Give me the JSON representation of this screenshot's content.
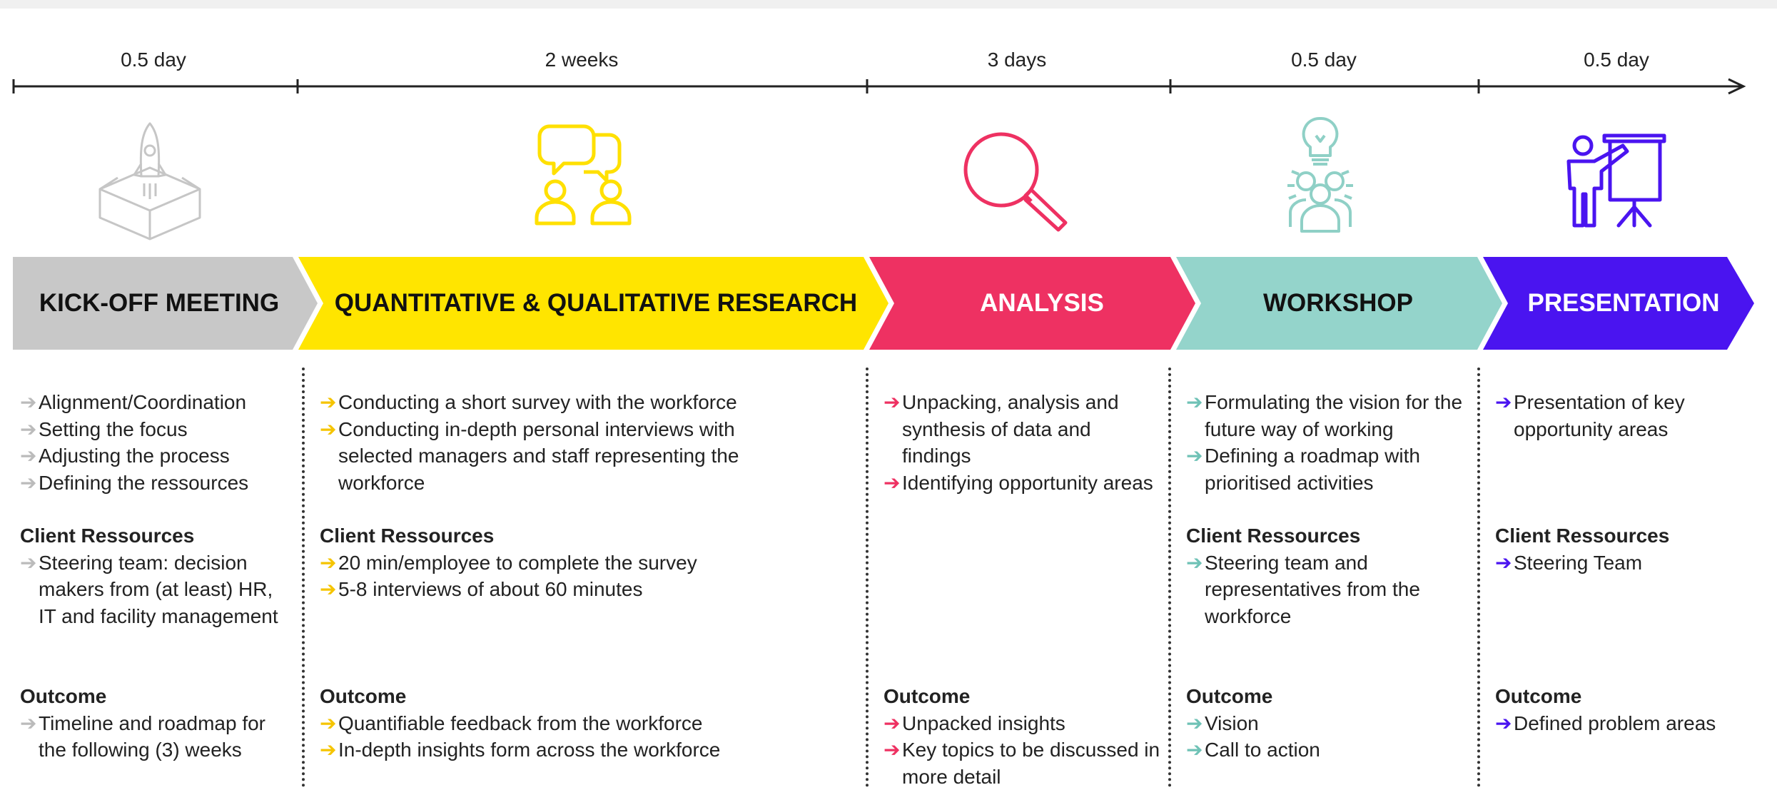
{
  "timeline": {
    "durations": [
      "0.5 day",
      "2 weeks",
      "3 days",
      "0.5 day",
      "0.5 day"
    ]
  },
  "phases": [
    {
      "title": "KICK-OFF MEETING",
      "color": "#c8c8c8",
      "text_color": "#111111",
      "arrow_color": "#bbbbbb",
      "icon": "rocket-box-icon",
      "activities": [
        "Alignment/Coordination",
        "Setting the focus",
        "Adjusting the process",
        "Defining the ressources"
      ],
      "resources_heading": "Client Ressources",
      "resources": [
        "Steering team: decision makers from (at least) HR, IT and facility management"
      ],
      "outcome_heading": "Outcome",
      "outcomes": [
        "Timeline and roadmap for the following (3) weeks"
      ]
    },
    {
      "title": "QUANTITATIVE & QUALITATIVE RESEARCH",
      "color": "#ffe500",
      "text_color": "#111111",
      "arrow_color": "#f5c400",
      "icon": "people-speech-bubbles-icon",
      "activities": [
        "Conducting a short survey with the workforce",
        "Conducting in-depth personal interviews with selected managers and staff representing the workforce"
      ],
      "resources_heading": "Client Ressources",
      "resources": [
        "20 min/employee to complete the survey",
        "5-8 interviews of about 60 minutes"
      ],
      "outcome_heading": "Outcome",
      "outcomes": [
        "Quantifiable feedback from the workforce",
        "In-depth insights form across the workforce"
      ]
    },
    {
      "title": "ANALYSIS",
      "color": "#ee3162",
      "text_color": "#ffffff",
      "arrow_color": "#ee3162",
      "icon": "magnifier-icon",
      "activities": [
        "Unpacking, analysis and synthesis of data and findings",
        "Identifying opportunity areas"
      ],
      "outcome_heading": "Outcome",
      "outcomes": [
        "Unpacked insights",
        "Key topics to be discussed in more detail"
      ]
    },
    {
      "title": "WORKSHOP",
      "color": "#94d4cb",
      "text_color": "#111111",
      "arrow_color": "#6fc2b6",
      "icon": "lightbulb-group-icon",
      "activities": [
        "Formulating the vision for the future way of working",
        "Defining a roadmap with prioritised activities"
      ],
      "resources_heading": "Client Ressources",
      "resources": [
        "Steering team and representatives from the workforce"
      ],
      "outcome_heading": "Outcome",
      "outcomes": [
        "Vision",
        "Call to action"
      ]
    },
    {
      "title": "PRESENTATION",
      "color": "#4a14f0",
      "text_color": "#ffffff",
      "arrow_color": "#4a14f0",
      "icon": "presenter-board-icon",
      "activities": [
        "Presentation of key opportunity areas"
      ],
      "resources_heading": "Client Ressources",
      "resources": [
        "Steering Team"
      ],
      "outcome_heading": "Outcome",
      "outcomes": [
        "Defined problem areas"
      ]
    }
  ],
  "arrow_glyph": "➔"
}
